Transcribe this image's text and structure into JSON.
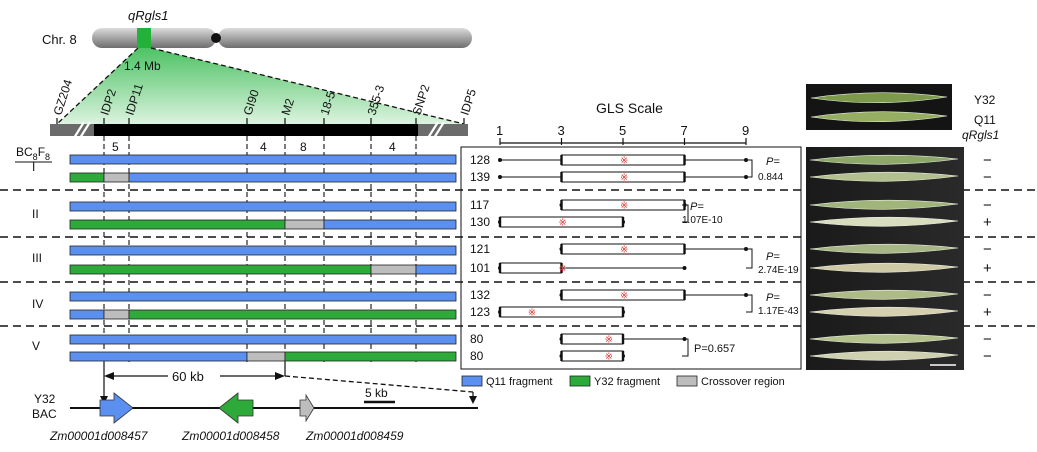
{
  "chromosome": {
    "label": "Chr. 8",
    "gene": "qRgls1",
    "size": "1.4 Mb"
  },
  "markers": [
    "GZ204",
    "IDP2",
    "IDP11",
    "GI90",
    "M2",
    "18-5",
    "355-3",
    "SNP2",
    "IDP5"
  ],
  "recombinant_counts": [
    "5",
    "4",
    "8",
    "4"
  ],
  "generation": {
    "base": "BC",
    "sub1": "8",
    "mid": "F",
    "sub2": "8"
  },
  "row_groups": [
    "I",
    "II",
    "III",
    "IV",
    "V"
  ],
  "gls_scale": {
    "title": "GLS Scale",
    "ticks": [
      "1",
      "3",
      "5",
      "7",
      "9"
    ]
  },
  "sample_counts": [
    "128",
    "139",
    "117",
    "130",
    "121",
    "101",
    "132",
    "123",
    "80",
    "80"
  ],
  "p_values": [
    {
      "label": "P=",
      "value": "0.844"
    },
    {
      "label": "P=",
      "value": "1.07E-10"
    },
    {
      "label": "P=",
      "value": "2.74E-19"
    },
    {
      "label": "P=",
      "value": "1.17E-43"
    },
    {
      "label": "",
      "value": "P=0.657"
    }
  ],
  "photo_labels": {
    "top": "Y32",
    "bottom": "Q11",
    "gene": "qRgls1"
  },
  "genotypes": [
    "−",
    "−",
    "−",
    "+",
    "−",
    "+",
    "−",
    "+",
    "−",
    "−"
  ],
  "legend": [
    {
      "label": "Q11 fragment",
      "color": "#5b8ff0"
    },
    {
      "label": "Y32 fragment",
      "color": "#2eaa3a"
    },
    {
      "label": "Crossover region",
      "color": "#bdbdbd"
    }
  ],
  "interval": "60 kb",
  "bac": {
    "line1": "Y32",
    "line2": "BAC",
    "scale": "5 kb"
  },
  "genes": [
    "Zm00001d008457",
    "Zm00001d008458",
    "Zm00001d008459"
  ],
  "colors": {
    "q11": "#5b8ff0",
    "y32": "#2eaa3a",
    "crossover": "#bdbdbd",
    "star": "#e03a3a"
  }
}
